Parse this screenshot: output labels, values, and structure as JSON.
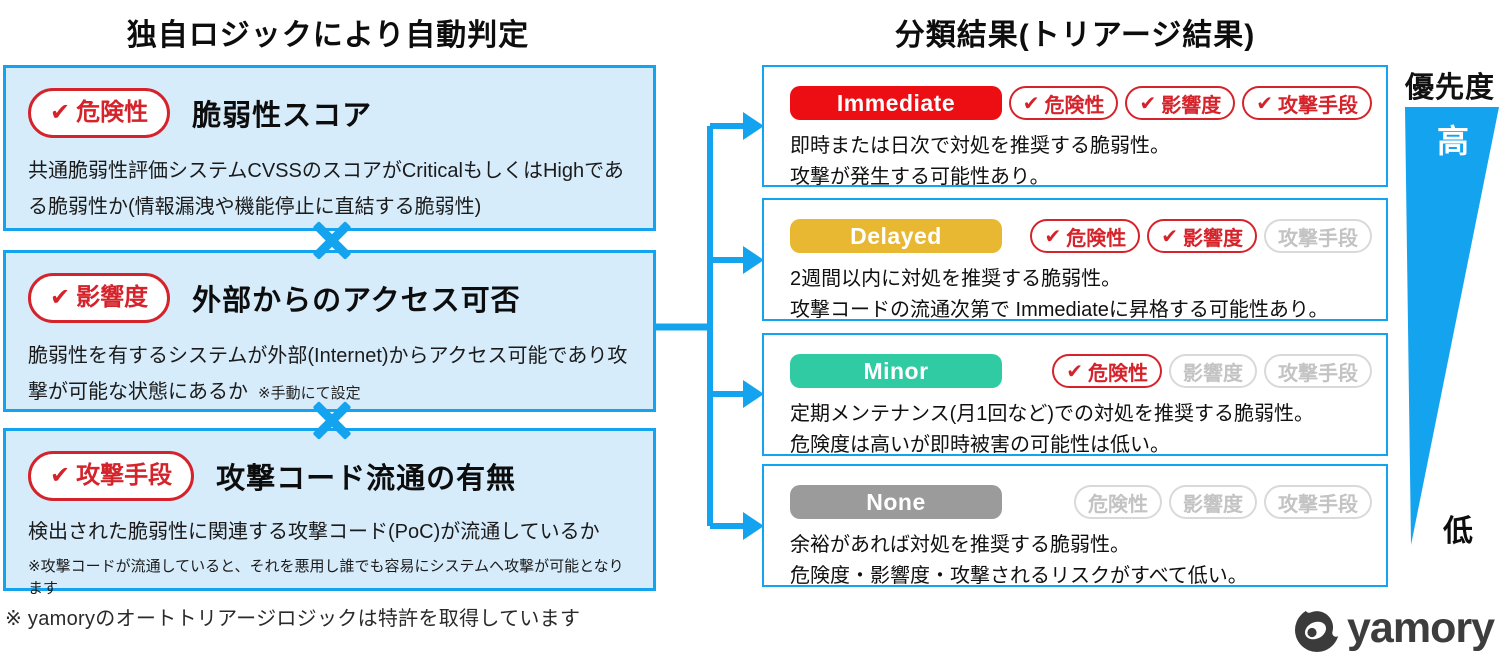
{
  "colors": {
    "accent_blue": "#14a4ef",
    "box_fill_blue": "#d7ecfa",
    "badge_red": "#d5232b",
    "immediate_red": "#ec0e13",
    "delayed_yellow": "#e9b832",
    "minor_teal": "#30cba3",
    "none_gray": "#9b9b9b",
    "gray_badge_border": "#d9d9d9",
    "gray_badge_text": "#c3c3c3",
    "logo_charcoal": "#3b3b3b"
  },
  "glyphs": {
    "check": "✔"
  },
  "left_panel": {
    "title": "独自ロジックにより自動判定",
    "boxes": [
      {
        "badge": "危険性",
        "heading": "脆弱性スコア",
        "body": "共通脆弱性評価システムCVSSのスコアがCriticalもしくはHighである脆弱性か(情報漏洩や機能停止に直結する脆弱性)"
      },
      {
        "badge": "影響度",
        "heading": "外部からのアクセス可否",
        "body": "脆弱性を有するシステムが外部(Internet)からアクセス可能であり攻撃が可能な状態にあるか",
        "inline_note": "※手動にて設定"
      },
      {
        "badge": "攻撃手段",
        "heading": "攻撃コード流通の有無",
        "body": "検出された脆弱性に関連する攻撃コード(PoC)が流通しているか",
        "note": "※攻撃コードが流通していると、それを悪用し誰でも容易にシステムへ攻撃が可能となります"
      }
    ],
    "footnote": "※ yamoryのオートトリアージロジックは特許を取得しています"
  },
  "right_panel": {
    "title": "分類結果(トリアージ結果)",
    "boxes": [
      {
        "level": "Immediate",
        "level_color": "#ec0e13",
        "badges": [
          {
            "label": "危険性",
            "checked": true
          },
          {
            "label": "影響度",
            "checked": true
          },
          {
            "label": "攻撃手段",
            "checked": true
          }
        ],
        "line1": "即時または日次で対処を推奨する脆弱性。",
        "line2": "攻撃が発生する可能性あり。"
      },
      {
        "level": "Delayed",
        "level_color": "#e9b832",
        "badges": [
          {
            "label": "危険性",
            "checked": true
          },
          {
            "label": "影響度",
            "checked": true
          },
          {
            "label": "攻撃手段",
            "checked": false
          }
        ],
        "line1": "2週間以内に対処を推奨する脆弱性。",
        "line2": "攻撃コードの流通次第で Immediateに昇格する可能性あり。"
      },
      {
        "level": "Minor",
        "level_color": "#30cba3",
        "badges": [
          {
            "label": "危険性",
            "checked": true
          },
          {
            "label": "影響度",
            "checked": false
          },
          {
            "label": "攻撃手段",
            "checked": false
          }
        ],
        "line1": "定期メンテナンス(月1回など)での対処を推奨する脆弱性。",
        "line2": "危険度は高いが即時被害の可能性は低い。"
      },
      {
        "level": "None",
        "level_color": "#9b9b9b",
        "badges": [
          {
            "label": "危険性",
            "checked": false
          },
          {
            "label": "影響度",
            "checked": false
          },
          {
            "label": "攻撃手段",
            "checked": false
          }
        ],
        "line1": "余裕があれば対処を推奨する脆弱性。",
        "line2": "危険度・影響度・攻撃されるリスクがすべて低い。"
      }
    ]
  },
  "priority": {
    "title": "優先度",
    "high_label": "高",
    "low_label": "低"
  },
  "logo": {
    "wordmark": "yamory"
  }
}
